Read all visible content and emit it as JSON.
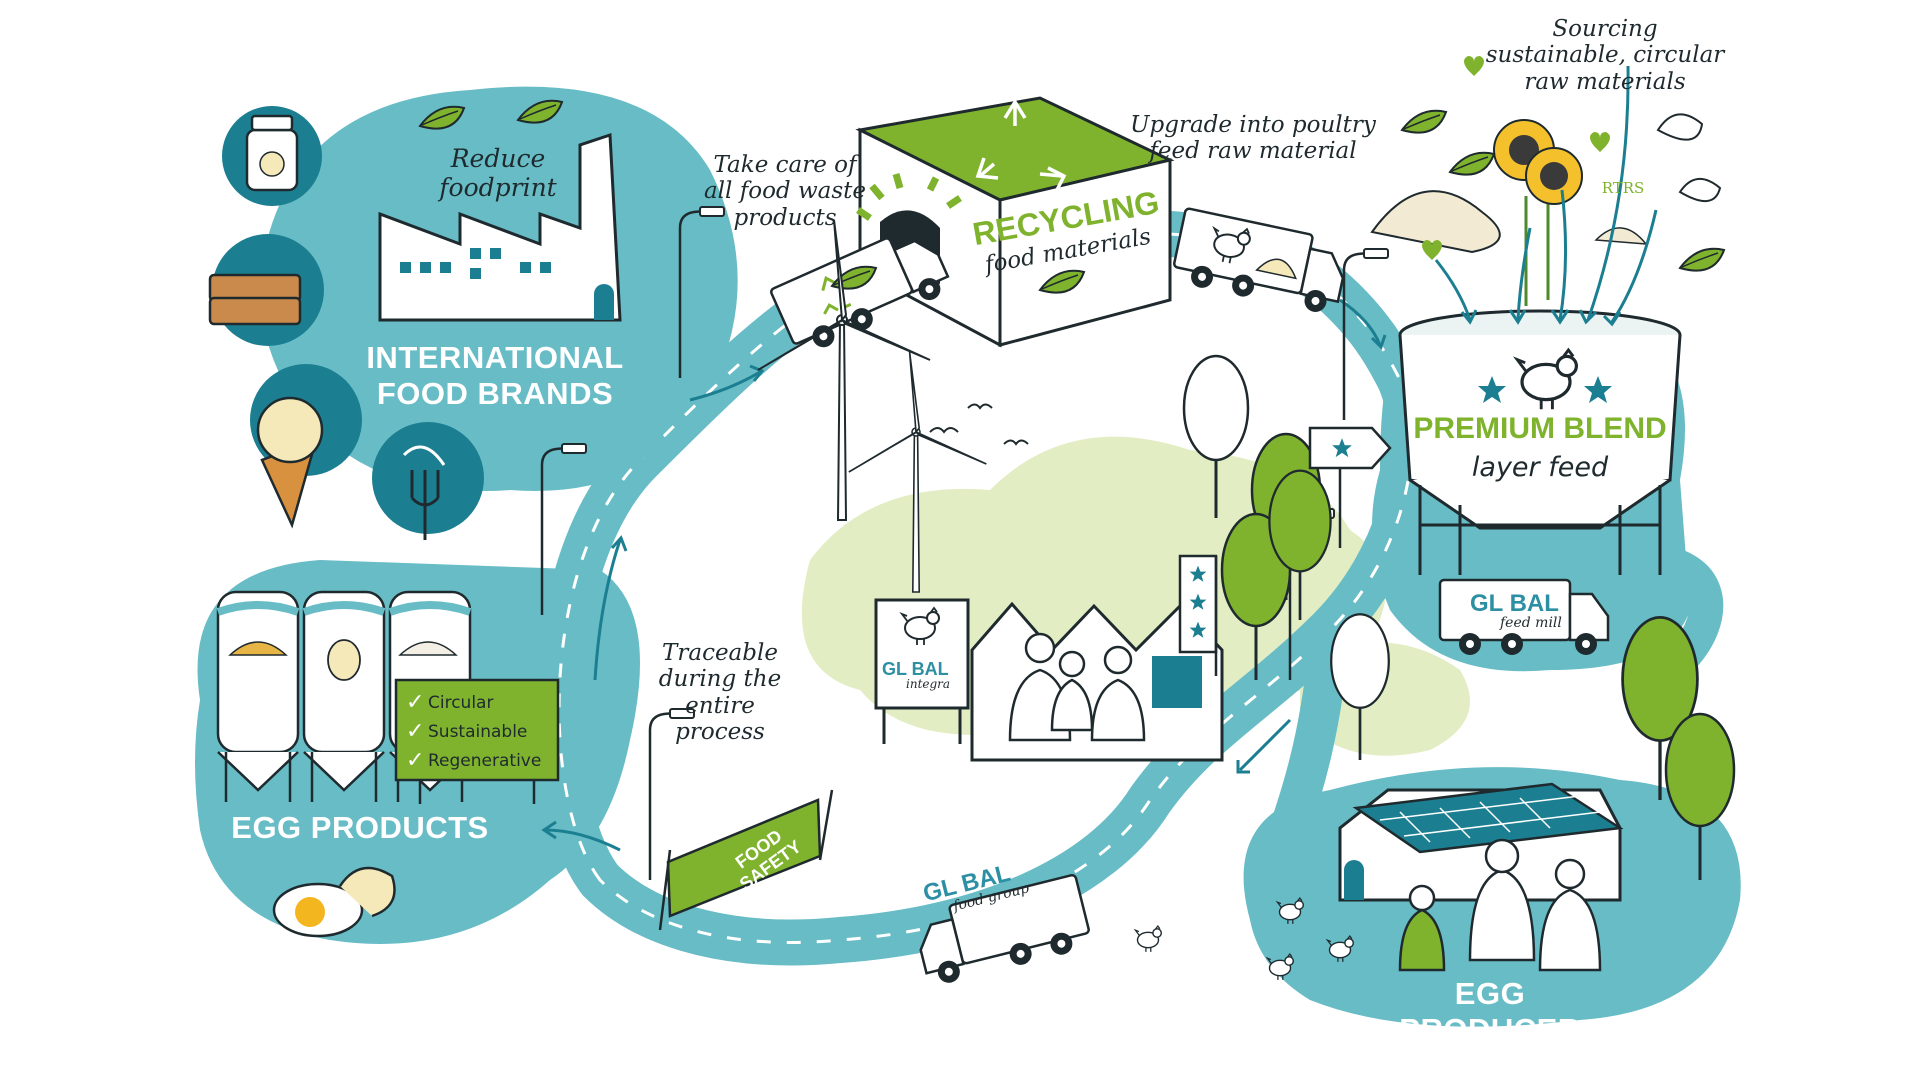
{
  "colors": {
    "teal": "#67bcc6",
    "teal_dark": "#1c7f91",
    "green": "#7fb32e",
    "light_green": "#e3edc4",
    "ink": "#1f2a2e"
  },
  "hubs": {
    "food_brands": {
      "line1": "INTERNATIONAL",
      "line2": "FOOD BRANDS",
      "note_line1": "Reduce",
      "note_line2": "foodprint"
    },
    "egg_products": {
      "title": "EGG PRODUCTS",
      "checklist": [
        "Circular",
        "Sustainable",
        "Regenerative"
      ]
    },
    "recycling": {
      "title": "RECYCLING",
      "subtitle": "food materials"
    },
    "premium_blend": {
      "title": "PREMIUM BLEND",
      "subtitle": "layer feed"
    },
    "egg_producer": {
      "line1": "EGG",
      "line2": "PRODUCER"
    }
  },
  "annotations": {
    "food_waste": [
      "Take care of",
      "all food waste",
      "products"
    ],
    "upgrade": [
      "Upgrade into poultry",
      "feed raw material"
    ],
    "sourcing": [
      "Sourcing",
      "sustainable, circular",
      "raw materials"
    ],
    "traceable": [
      "Traceable",
      "during the",
      "entire",
      "process"
    ]
  },
  "banner": {
    "line1": "FOOD",
    "line2": "SAFETY"
  },
  "logos": {
    "feed_mill": {
      "name": "GL BAL",
      "sub": "feed mill"
    },
    "integra": {
      "name": "GL BAL",
      "sub": "integra"
    },
    "food_group": {
      "name": "GL BAL",
      "sub": "food group"
    },
    "rtrs": "RTRS"
  },
  "icons": [
    "recycle-icon",
    "globe-icon",
    "star-icon",
    "hen-icon",
    "leaf-icon",
    "heart-icon",
    "checkmark-icon",
    "thumbs-up-icon",
    "wind-turbine-icon",
    "sunflower-icon"
  ]
}
